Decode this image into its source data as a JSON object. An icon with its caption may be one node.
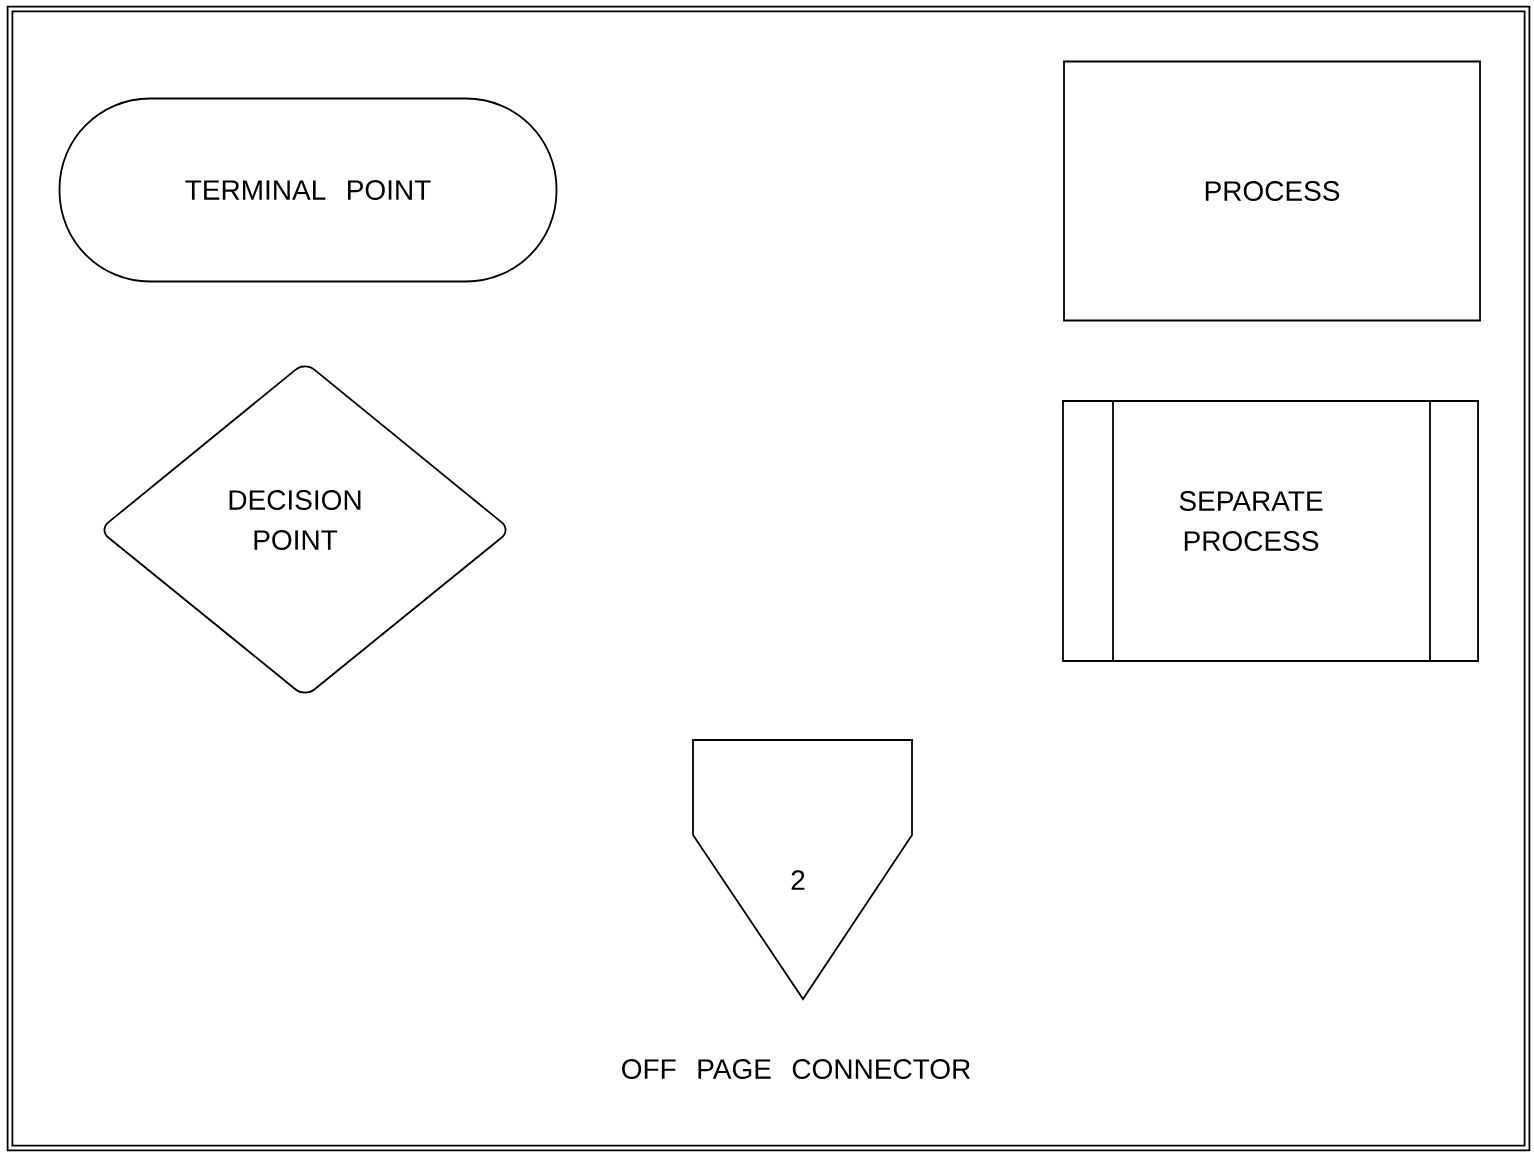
{
  "diagram": {
    "nodes": [
      {
        "text": [
          "TERMINAL POINT"
        ]
      },
      {
        "text": [
          "PROCESS"
        ]
      },
      {
        "text": [
          "DECISION POINT"
        ]
      },
      {
        "text": [
          "SEPARATE PROCESS"
        ]
      },
      {
        "text": [
          "2"
        ],
        "beside": [
          "OFF PAGE CONNECTOR"
        ]
      }
    ]
  }
}
